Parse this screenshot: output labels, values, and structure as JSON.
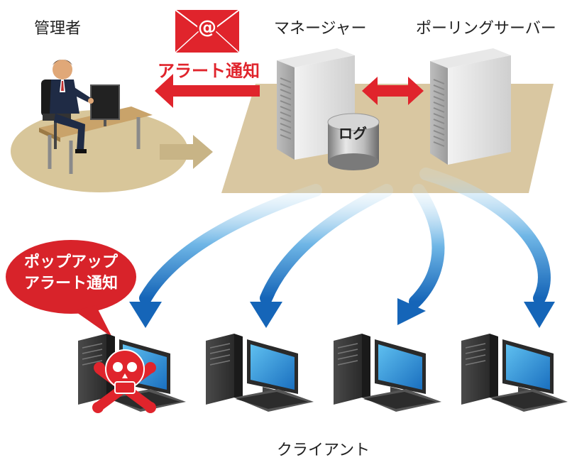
{
  "labels": {
    "admin": "管理者",
    "manager": "マネージャー",
    "polling_server": "ポーリングサーバー",
    "alert_notice": "アラート通知",
    "log": "ログ",
    "popup_line1": "ポップアップ",
    "popup_line2": "アラート通知",
    "clients": "クライアント"
  },
  "icons": {
    "email": "email-at-icon",
    "skull": "skull-crossbones-icon"
  },
  "colors": {
    "alert_red": "#e0242c",
    "platform": "#d9c7a1",
    "arrow_blue": "#1f7fc8"
  }
}
